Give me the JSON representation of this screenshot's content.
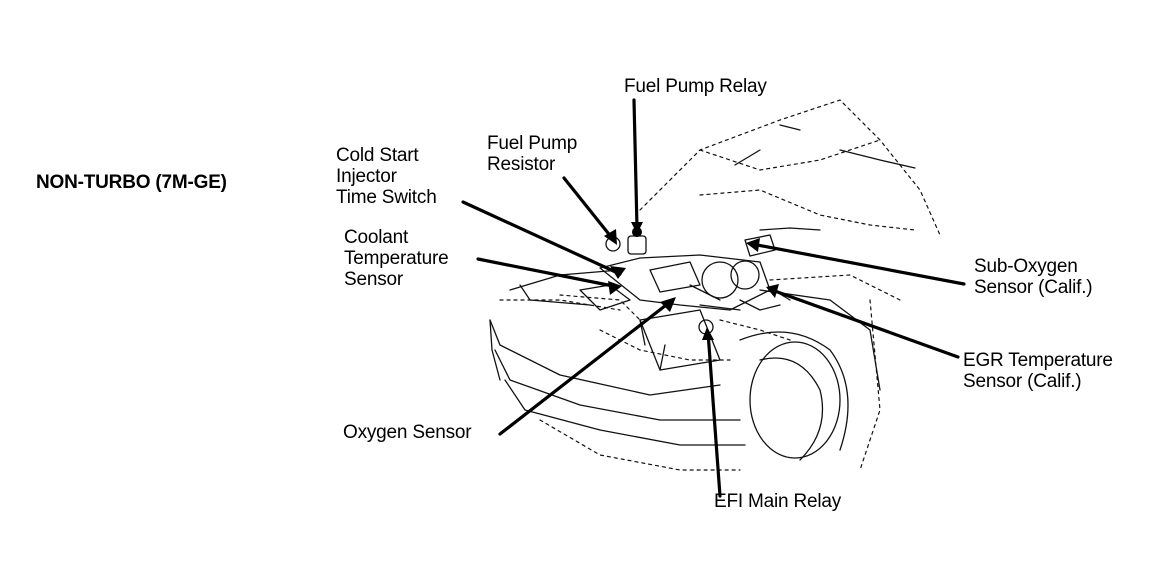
{
  "title": "NON-TURBO (7M-GE)",
  "labels": {
    "fuel_pump_relay": [
      "Fuel Pump Relay"
    ],
    "fuel_pump_resistor": [
      "Fuel Pump",
      "Resistor"
    ],
    "cold_start_injector_time_switch": [
      "Cold Start",
      "Injector",
      "Time Switch"
    ],
    "coolant_temperature_sensor": [
      "Coolant",
      "Temperature",
      "Sensor"
    ],
    "sub_oxygen_sensor": [
      "Sub-Oxygen",
      "Sensor (Calif.)"
    ],
    "egr_temperature_sensor": [
      "EGR Temperature",
      "Sensor (Calif.)"
    ],
    "oxygen_sensor": [
      "Oxygen Sensor"
    ],
    "efi_main_relay": [
      "EFI Main Relay"
    ]
  }
}
